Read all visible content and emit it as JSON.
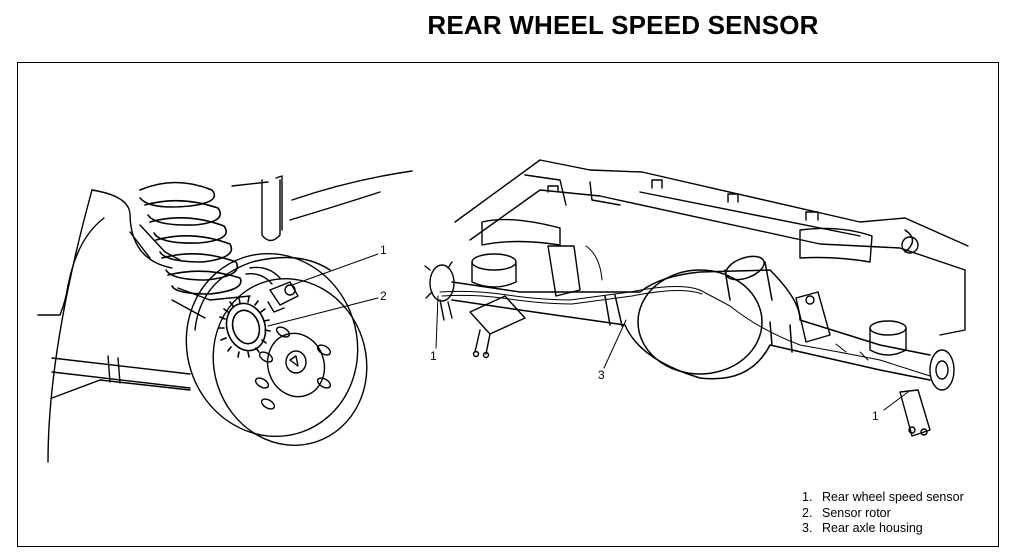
{
  "title": "REAR WHEEL SPEED SENSOR",
  "legend": [
    {
      "num": "1.",
      "label": "Rear wheel speed sensor"
    },
    {
      "num": "2.",
      "label": "Sensor rotor"
    },
    {
      "num": "3.",
      "label": "Rear axle housing"
    }
  ],
  "callouts": {
    "left_1": "1",
    "left_2": "2",
    "right_1a": "1",
    "right_3": "3",
    "right_1b": "1"
  }
}
